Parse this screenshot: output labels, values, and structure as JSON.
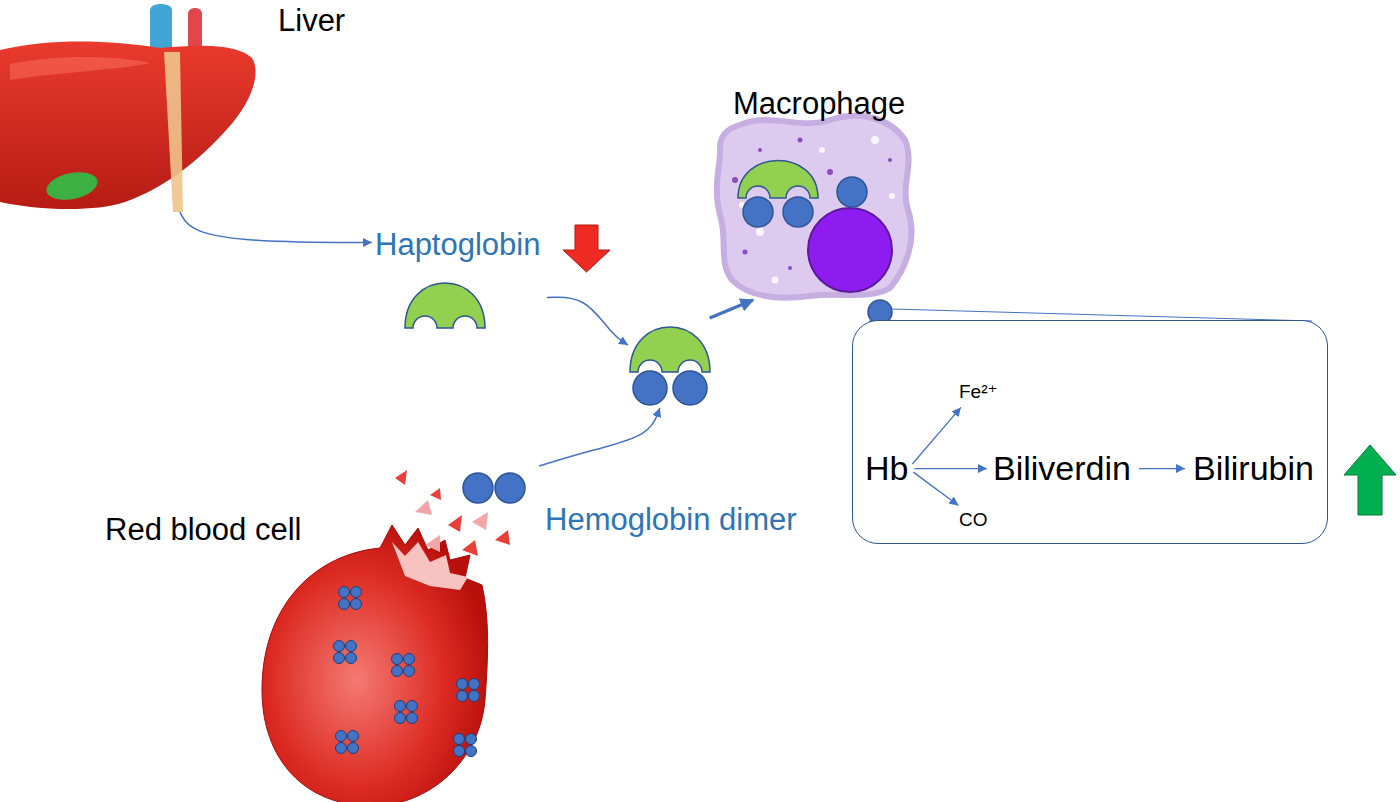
{
  "diagram": {
    "nodes": [
      {
        "text": [
          "Liver"
        ]
      },
      {
        "text": [
          "Haptoglobin"
        ]
      },
      {
        "text": [
          "Macrophage"
        ]
      },
      {
        "text": []
      },
      {
        "text": []
      },
      {
        "text": [
          "Hb"
        ],
        "in": 4
      },
      {
        "text": [
          "Fe²⁺"
        ],
        "in": 4
      },
      {
        "text": [
          "Biliverdin"
        ],
        "in": 4
      },
      {
        "text": [
          "CO"
        ],
        "in": 4
      },
      {
        "text": [
          "Bilirubin"
        ],
        "in": 4
      },
      {
        "text": [
          "Red blood cell"
        ]
      },
      {
        "text": [
          "Hemoglobin dimer"
        ]
      }
    ],
    "edges": [
      {
        "from": 0,
        "to": 1,
        "arrow": "to"
      },
      {
        "from": 1,
        "to": 3,
        "arrow": "to"
      },
      {
        "from": 11,
        "to": 3,
        "arrow": "to"
      },
      {
        "from": 3,
        "to": 2,
        "arrow": "to"
      },
      {
        "from": 5,
        "to": 6,
        "arrow": "to"
      },
      {
        "from": 5,
        "to": 7,
        "arrow": "to"
      },
      {
        "from": 5,
        "to": 8,
        "arrow": "to"
      },
      {
        "from": 7,
        "to": 9,
        "arrow": "to"
      }
    ]
  }
}
